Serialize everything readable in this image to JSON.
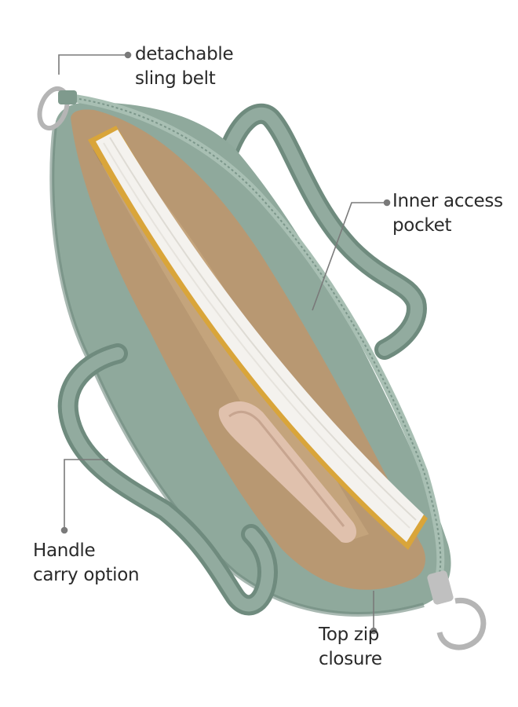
{
  "callouts": {
    "sling_belt": {
      "line1": "detachable",
      "line2": "sling belt"
    },
    "inner_pocket": {
      "line1": "Inner access",
      "line2": "pocket"
    },
    "handle": {
      "line1": "Handle",
      "line2": "carry option"
    },
    "zip": {
      "line1": "Top zip",
      "line2": "closure"
    }
  },
  "colors": {
    "bag_body": "#8fa99c",
    "bag_shadow": "#6f8b7e",
    "lining": "#b89872",
    "book_pages": "#f4f2ee",
    "book_edge": "#d9a53a",
    "hardware": "#b5b5b5",
    "callout_line": "#7a7a7a"
  }
}
